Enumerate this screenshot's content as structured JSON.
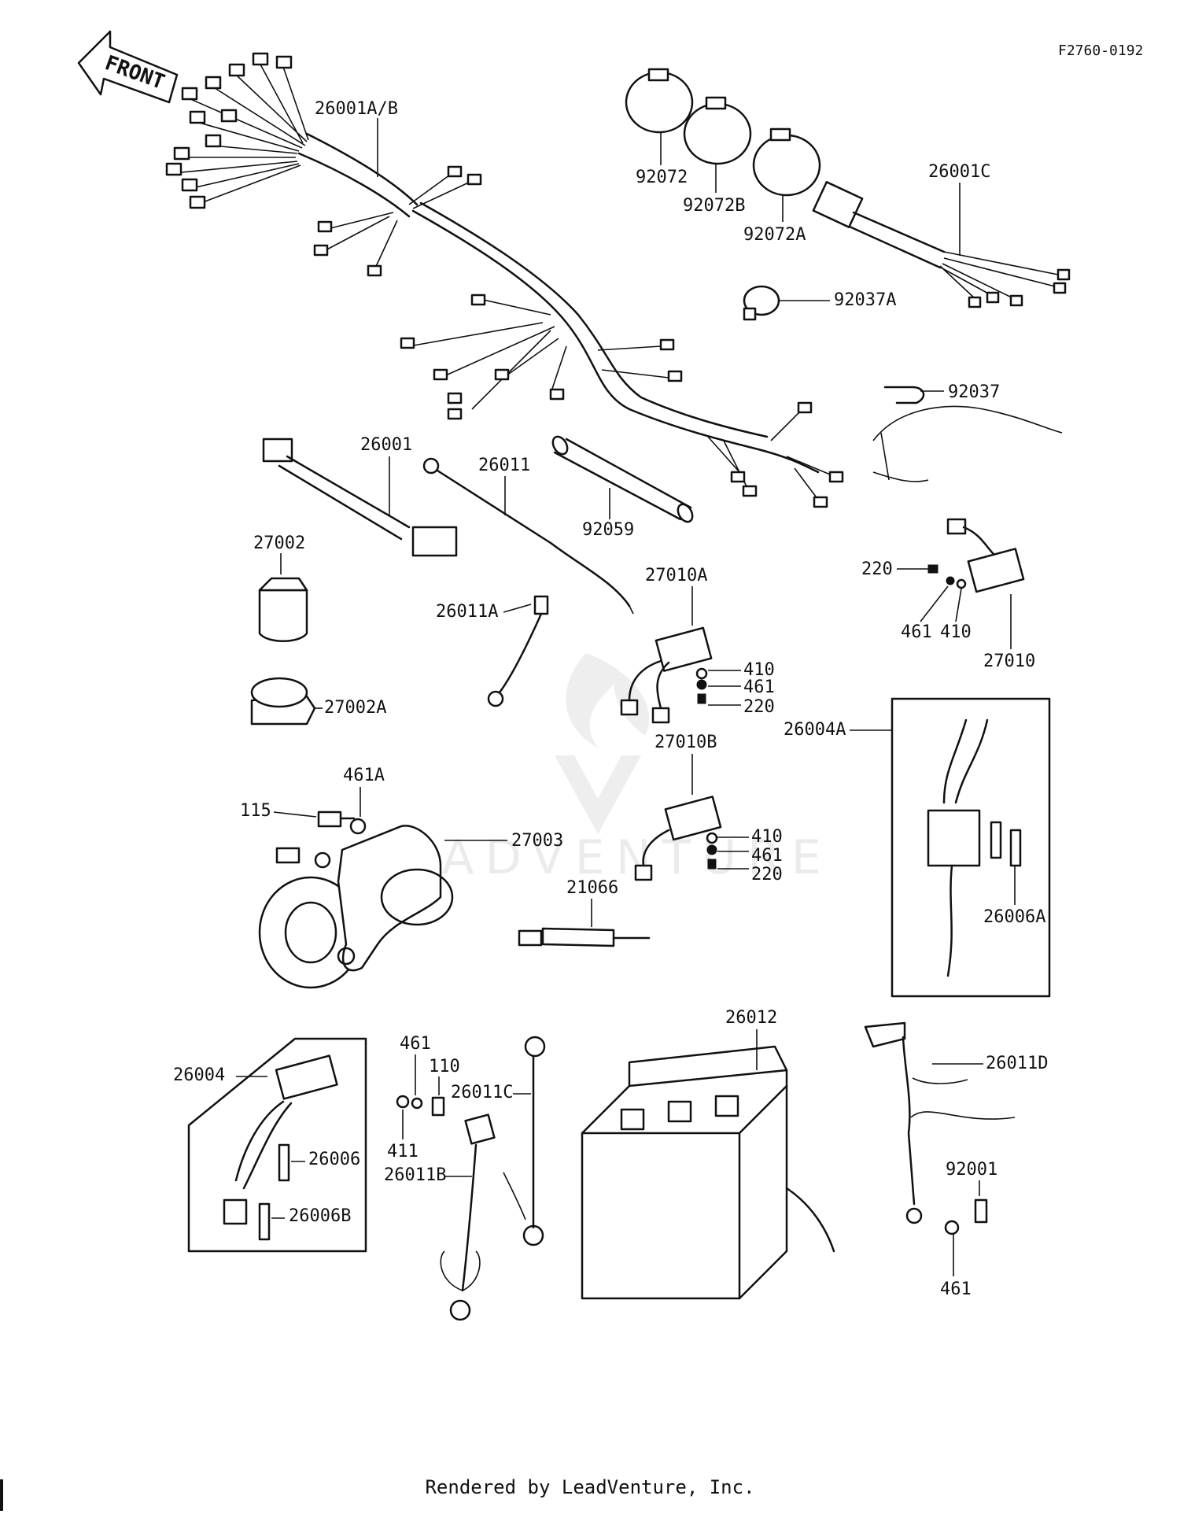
{
  "figure": {
    "code": "F2760-0192",
    "front_label": "FRONT",
    "footer": "Rendered by LeadVenture, Inc.",
    "watermark": "LEADVENTURE"
  },
  "parts": {
    "p26001AB": "26001A/B",
    "p92072": "92072",
    "p92072B": "92072B",
    "p92072A": "92072A",
    "p26001C": "26001C",
    "p92037A": "92037A",
    "p92037": "92037",
    "p26001": "26001",
    "p26011": "26011",
    "p92059": "92059",
    "p27002": "27002",
    "p27010A": "27010A",
    "p220_right": "220",
    "p461_right": "461",
    "p410_right": "410",
    "p27010": "27010",
    "p26011A": "26011A",
    "p410_a": "410",
    "p461_a": "461",
    "p220_a": "220",
    "p27002A": "27002A",
    "p26004A": "26004A",
    "p27010B": "27010B",
    "p461A": "461A",
    "p115": "115",
    "p27003": "27003",
    "p410_b": "410",
    "p461_b": "461",
    "p220_b": "220",
    "p21066": "21066",
    "p26006A": "26006A",
    "p26012": "26012",
    "p26004": "26004",
    "p461_c": "461",
    "p110": "110",
    "p26011C": "26011C",
    "p26011D": "26011D",
    "p26006": "26006",
    "p411": "411",
    "p26011B": "26011B",
    "p92001": "92001",
    "p26006B": "26006B",
    "p461_d": "461"
  }
}
